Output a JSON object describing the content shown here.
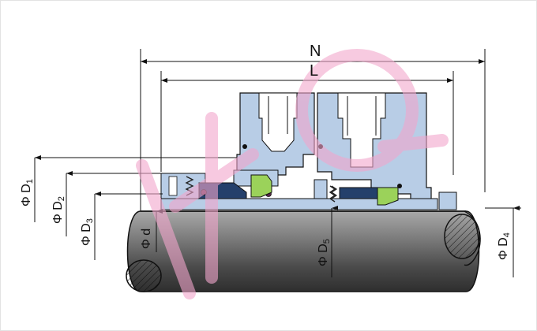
{
  "dimensions": {
    "overall_length": "N",
    "working_length": "L",
    "d1": {
      "symbol": "Φ",
      "letter": "D",
      "sub": "1"
    },
    "d2": {
      "symbol": "Φ",
      "letter": "D",
      "sub": "2"
    },
    "d3": {
      "symbol": "Φ",
      "letter": "D",
      "sub": "3"
    },
    "shaft": {
      "symbol": "Φ",
      "letter": "d"
    },
    "d5": {
      "symbol": "Φ",
      "letter": "D",
      "sub": "5"
    },
    "d4": {
      "symbol": "Φ",
      "letter": "D",
      "sub": "4"
    }
  },
  "colors": {
    "frame": "#e6e6e6",
    "shaft_light": "#8f8f8f",
    "shaft_dark": "#3d3d3d",
    "housing": "#b8cde6",
    "elastomer": "#24406b",
    "face_green": "#9bd25a",
    "spring": "#222222",
    "watermark": "#f2a6cc",
    "line": "#111111"
  }
}
